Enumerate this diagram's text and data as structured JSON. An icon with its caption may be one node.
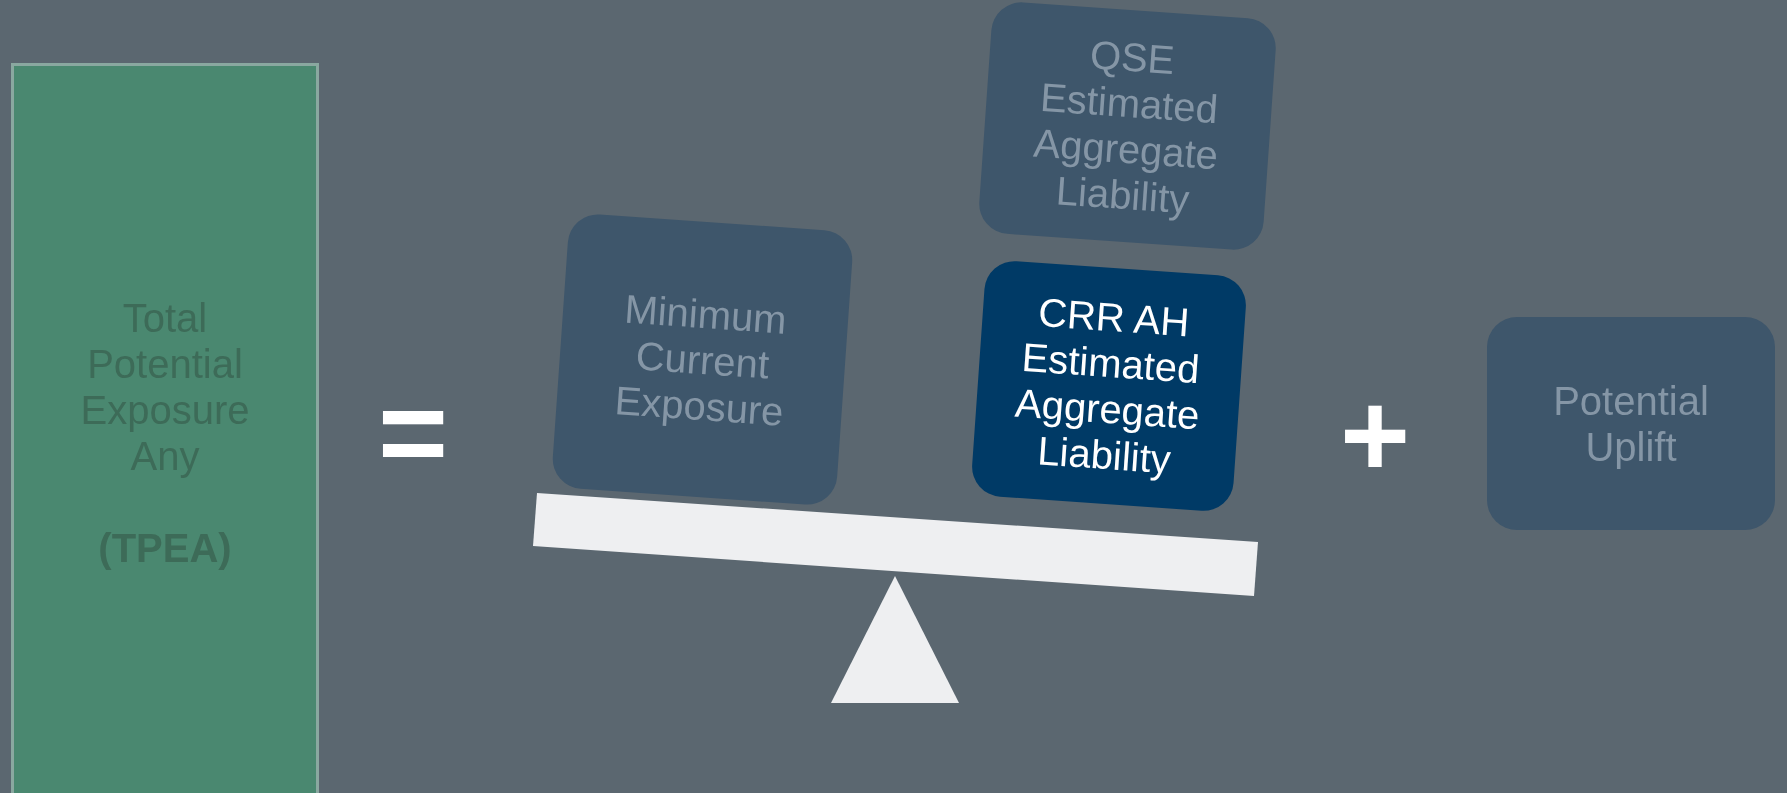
{
  "diagram": {
    "nodes": [
      {
        "text": [
          "Total Potential Exposure Any",
          "(TPEA)"
        ]
      },
      {
        "text": [
          "Minimum Current Exposure"
        ]
      },
      {
        "text": [
          "QSE Estimated Aggregate Liability"
        ]
      },
      {
        "text": [
          "CRR AH Estimated Aggregate Liability"
        ]
      },
      {
        "text": [
          "Potential Uplift"
        ]
      }
    ],
    "labels": [
      "=",
      "+"
    ]
  }
}
